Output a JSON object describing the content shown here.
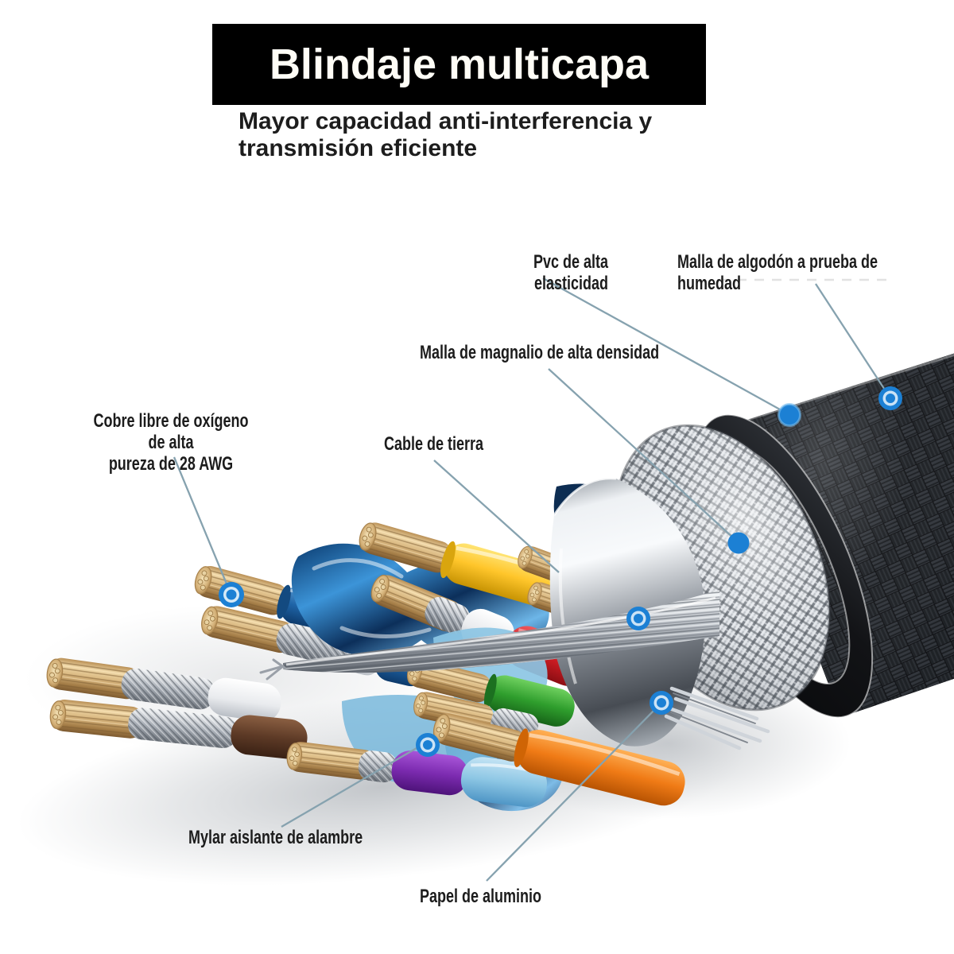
{
  "banner": {
    "title": "Blindaje multicapa",
    "bg_color": "#000000",
    "text_color": "#fffdf6"
  },
  "subtitle": {
    "text": "Mayor capacidad anti-interferencia y\ntransmisión eficiente",
    "color": "#1d1d1d"
  },
  "callouts": {
    "pvc": "Pvc de alta elasticidad",
    "algodon": "Malla de algodón a prueba de humedad",
    "magnalio": "Malla de magnalio de alta densidad",
    "cobre": "Cobre libre de oxígeno de alta\npureza de 28 AWG",
    "tierra": "Cable de tierra",
    "mylar": "Mylar aislante de alambre",
    "papel": "Papel de aluminio"
  },
  "style": {
    "accent_dot_color": "#1c80d4",
    "callout_line_color": "#86a2af",
    "label_color": "#1c1c1c",
    "wire_jacket_colors": {
      "yellow": "#ffc62b",
      "red": "#cf1d24",
      "green": "#2f9e2d",
      "brown": "#5d3a26",
      "purple": "#7c2bb0",
      "orange": "#f07b16",
      "blue": "#1f65a8",
      "mylar_light_blue": "#8cc6e4",
      "mylar_dark_blue": "#114a86",
      "copper": "#d4b27c",
      "jacket_black": "#17181b"
    }
  }
}
